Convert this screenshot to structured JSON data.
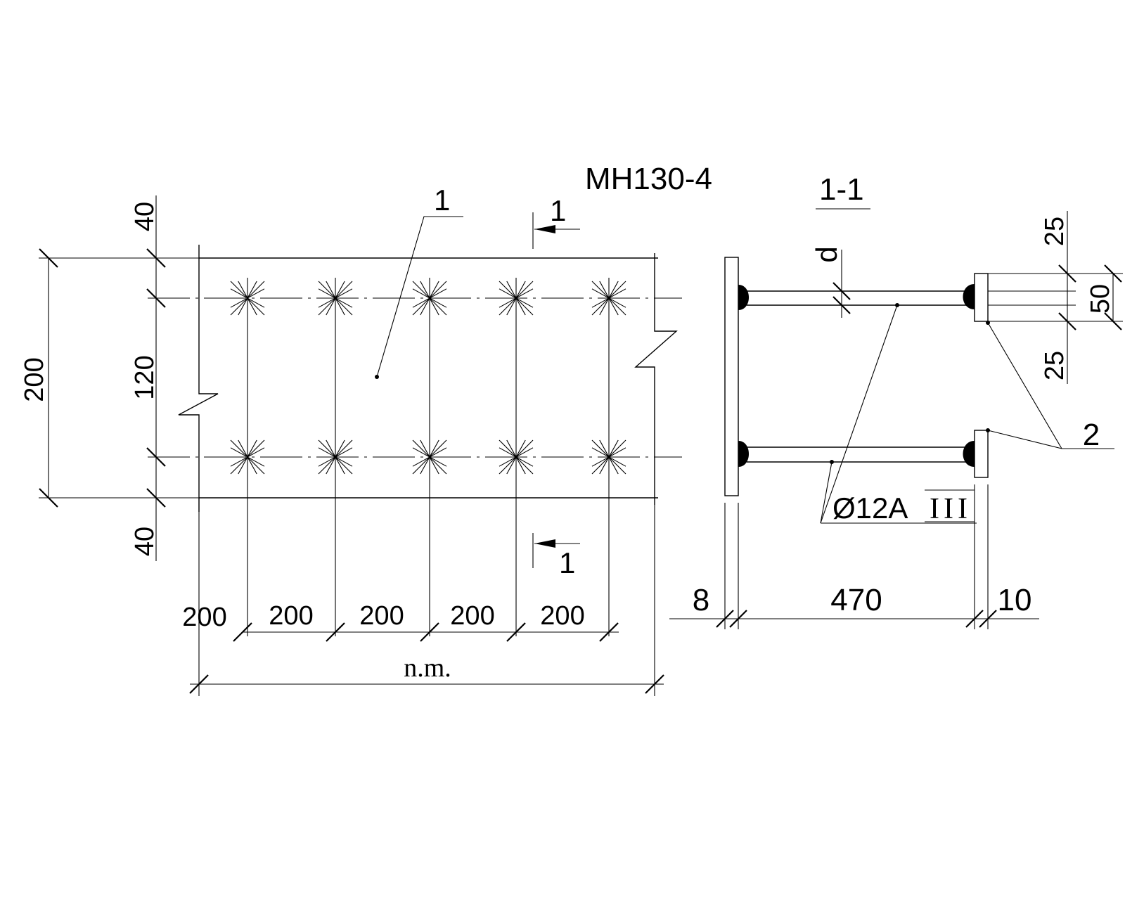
{
  "title": "MH130-4",
  "section": {
    "label": "1-1",
    "cut_mark": "1"
  },
  "plan": {
    "callout": "1",
    "dims_left": {
      "overall": "200",
      "top": "40",
      "middle": "120",
      "bottom": "40"
    },
    "dims_bottom": [
      "200",
      "200",
      "200",
      "200",
      "200"
    ],
    "dim_total": "n.m."
  },
  "section_view": {
    "d_label": "d",
    "dims_right": {
      "top": "25",
      "middle": "50",
      "bottom": "25"
    },
    "dims_bottom": {
      "left": "8",
      "middle": "470",
      "right": "10"
    },
    "callout": "2",
    "rebar": {
      "text": "Ø12A",
      "class": "III"
    }
  }
}
